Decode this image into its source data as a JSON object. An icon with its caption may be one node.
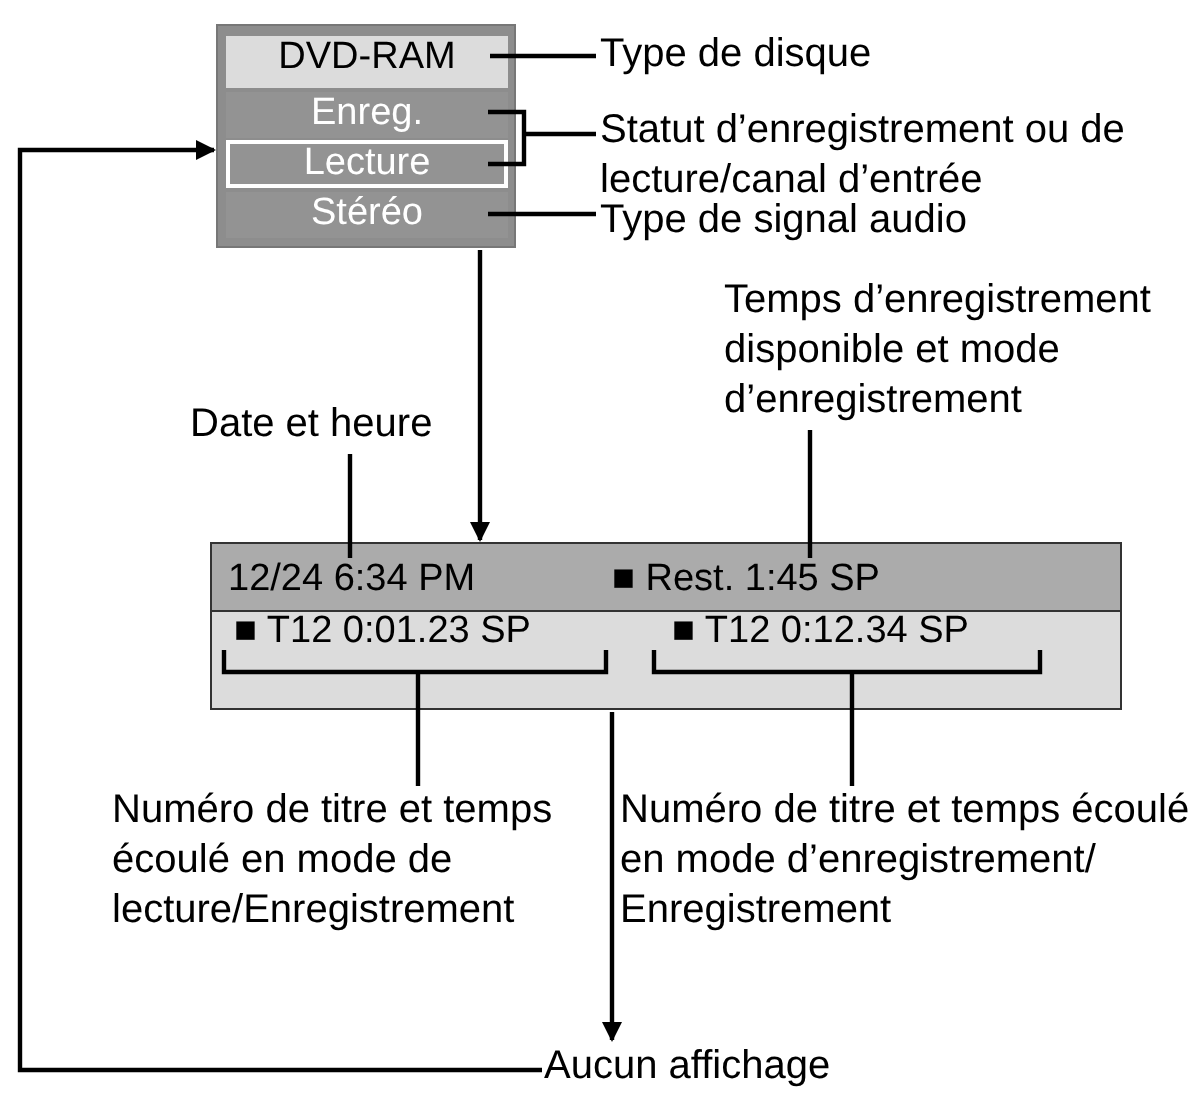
{
  "diagram": {
    "nodes": [
      {
        "text": [],
        "shape": "box"
      },
      {
        "text": [
          "DVD-RAM"
        ],
        "in": 0
      },
      {
        "text": [
          "Enreg."
        ],
        "in": 0
      },
      {
        "text": [
          "Lecture"
        ],
        "in": 0
      },
      {
        "text": [
          "Stéréo"
        ],
        "in": 0
      },
      {
        "text": [
          "Type de disque"
        ]
      },
      {
        "text": [
          "Statut d’enregistrement ou de lecture/canal d’entrée"
        ]
      },
      {
        "text": [
          "Type de signal audio"
        ]
      },
      {
        "text": [],
        "shape": "box"
      },
      {
        "text": [
          "12/24 6:34 PM"
        ],
        "in": 8
      },
      {
        "text": [
          "■ Rest. 1:45 SP"
        ],
        "in": 8
      },
      {
        "text": [
          "■ T12 0:01.23 SP"
        ],
        "in": 8
      },
      {
        "text": [
          "■ T12 0:12.34 SP"
        ],
        "in": 8
      },
      {
        "text": [
          "Date et heure"
        ]
      },
      {
        "text": [
          "Temps d’enregistrement disponible et mode d’enregistrement"
        ]
      },
      {
        "text": [
          "Numéro de titre et temps écoulé en mode de lecture/Enregistrement"
        ]
      },
      {
        "text": [
          "Numéro de titre et temps écoulé en mode d’enregistrement/ Enregistrement"
        ]
      },
      {
        "text": [
          "Aucun affichage"
        ]
      }
    ],
    "edges": [
      {
        "from": 5,
        "to": 1,
        "arrow": "none"
      },
      {
        "from": 6,
        "to": 2,
        "arrow": "none"
      },
      {
        "from": 6,
        "to": 3,
        "arrow": "none"
      },
      {
        "from": 7,
        "to": 4,
        "arrow": "none"
      },
      {
        "from": 0,
        "to": 8,
        "arrow": "to"
      },
      {
        "from": 13,
        "to": 9,
        "arrow": "none"
      },
      {
        "from": 14,
        "to": 10,
        "arrow": "none"
      },
      {
        "from": 15,
        "to": 11,
        "arrow": "none"
      },
      {
        "from": 16,
        "to": 12,
        "arrow": "none"
      },
      {
        "from": 8,
        "to": 17,
        "arrow": "to"
      },
      {
        "from": 17,
        "to": 0,
        "arrow": "to"
      }
    ]
  }
}
